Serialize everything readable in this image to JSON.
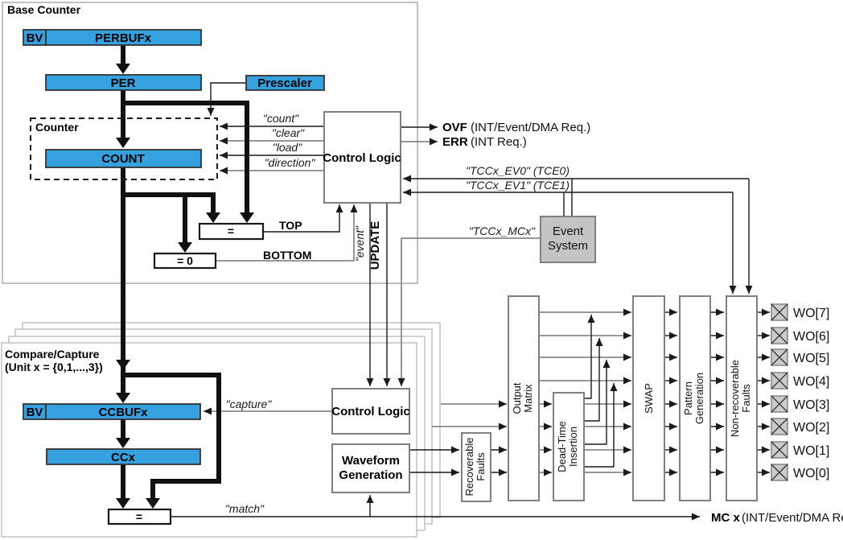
{
  "base_counter": {
    "label": "Base Counter",
    "bv": "BV",
    "perbufx": "PERBUFx",
    "per": "PER",
    "prescaler": "Prescaler",
    "counter_label": "Counter",
    "count": "COUNT",
    "signals": {
      "count": "\"count\"",
      "clear": "\"clear\"",
      "load": "\"load\"",
      "direction": "\"direction\""
    },
    "control_logic": "Control Logic",
    "eq": "=",
    "eq_zero": "= 0",
    "top": "TOP",
    "bottom": "BOTTOM"
  },
  "outputs": {
    "ovf": "OVF",
    "ovf_desc": "(INT/Event/DMA Req.)",
    "err": "ERR",
    "err_desc": "(INT Req.)",
    "mc": "MC x",
    "mc_desc": "(INT/Event/DMA Req.)",
    "wo": [
      "WO[7]",
      "WO[6]",
      "WO[5]",
      "WO[4]",
      "WO[3]",
      "WO[2]",
      "WO[1]",
      "WO[0]"
    ]
  },
  "events": {
    "ev0": "\"TCCx_EV0\" (TCE0)",
    "ev1": "\"TCCx_EV1\" (TCE1)",
    "mcx": "\"TCCx_MCx\"",
    "event_system_line1": "Event",
    "event_system_line2": "System",
    "event_rot": "\"event\"",
    "update_rot": "UPDATE"
  },
  "compare_capture": {
    "label_line1": "Compare/Capture",
    "label_line2": "(Unit x = {0,1,...,3})",
    "bv": "BV",
    "ccbufx": "CCBUFx",
    "ccx": "CCx",
    "eq": "=",
    "capture": "\"capture\"",
    "match": "\"match\"",
    "control_logic": "Control Logic",
    "waveform_line1": "Waveform",
    "waveform_line2": "Generation"
  },
  "output_chain": {
    "recoverable_line1": "Recoverable",
    "recoverable_line2": "Faults",
    "output_matrix_line1": "Output",
    "output_matrix_line2": "Matrix",
    "dti_line1": "Dead-Time",
    "dti_line2": "Insertion",
    "swap": "SWAP",
    "pattern_line1": "Pattern",
    "pattern_line2": "Generation",
    "nrf_line1": "Non-recoverable",
    "nrf_line2": "Faults"
  },
  "colors": {
    "register_blue": "#35A1DE",
    "event_system_gray": "#C4C4C4",
    "pad_gray": "#CBCBCB",
    "wire_gray": "#8A8A8A",
    "wire_black": "#1A1A1A"
  }
}
